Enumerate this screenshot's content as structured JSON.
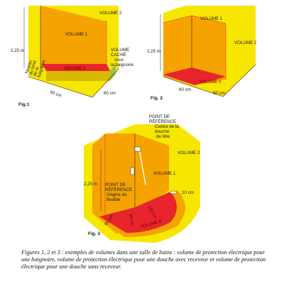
{
  "colors": {
    "yellow": "#f7e600",
    "orange": "#f5a300",
    "red": "#e8242c",
    "dark_yellow": "#d9b800",
    "green": "#9bc53d",
    "line": "#3a2a10"
  },
  "fig1": {
    "caption": "Fig.1",
    "volume2": "VOLUME 2",
    "volume1": "VOLUME 1",
    "volume0": "VOLUME 0",
    "height": "2,25 m",
    "hidden_line1": "VOLUME",
    "hidden_line2": "CACHÉ",
    "hidden_line3": "sous",
    "hidden_line4": "la baignoire",
    "level_line1": "Niveau",
    "level_line2": "du fond",
    "level_line3": "de la",
    "level_line4": "baignoire",
    "dim_left": "60 cm",
    "dim_right": "60 cm"
  },
  "fig2": {
    "caption": "Fig. 2",
    "volume1": "VOLUME 1",
    "volume2": "VOLUME 2",
    "volume0": "VOLUME 0",
    "height": "2,25 m",
    "dim_left": "60 cm",
    "dim_right": "60 cm"
  },
  "fig3": {
    "caption": "Fig. 3",
    "ref_top_line1": "POINT DE",
    "ref_top_line2": "RÉFÉRENCE",
    "ref_top_line3": "Centre de la",
    "ref_top_line4": "douche",
    "ref_top_line5": "de tête",
    "ref_low_line1": "POINT DE",
    "ref_low_line2": "RÉFÉRENCE",
    "ref_low_line3": "Origine du",
    "ref_low_line4": "flexible",
    "volume2": "VOLUME 2",
    "volume1": "VOLUME 1",
    "volume0": "VOLUME 0",
    "height": "2,25 m",
    "dim_10": "10 cm",
    "dim_120": "120 cm",
    "dim_60a": "60 cm",
    "dim_60b": "60 cm"
  },
  "caption": "Figures 1, 2 et 3 : exemples de volumes dans une salle de bains : volume de protection électrique pour une baignoire, volume de protection électrique pour une douche avec receveur et volume de protection électrique pour une douche sans receveur."
}
